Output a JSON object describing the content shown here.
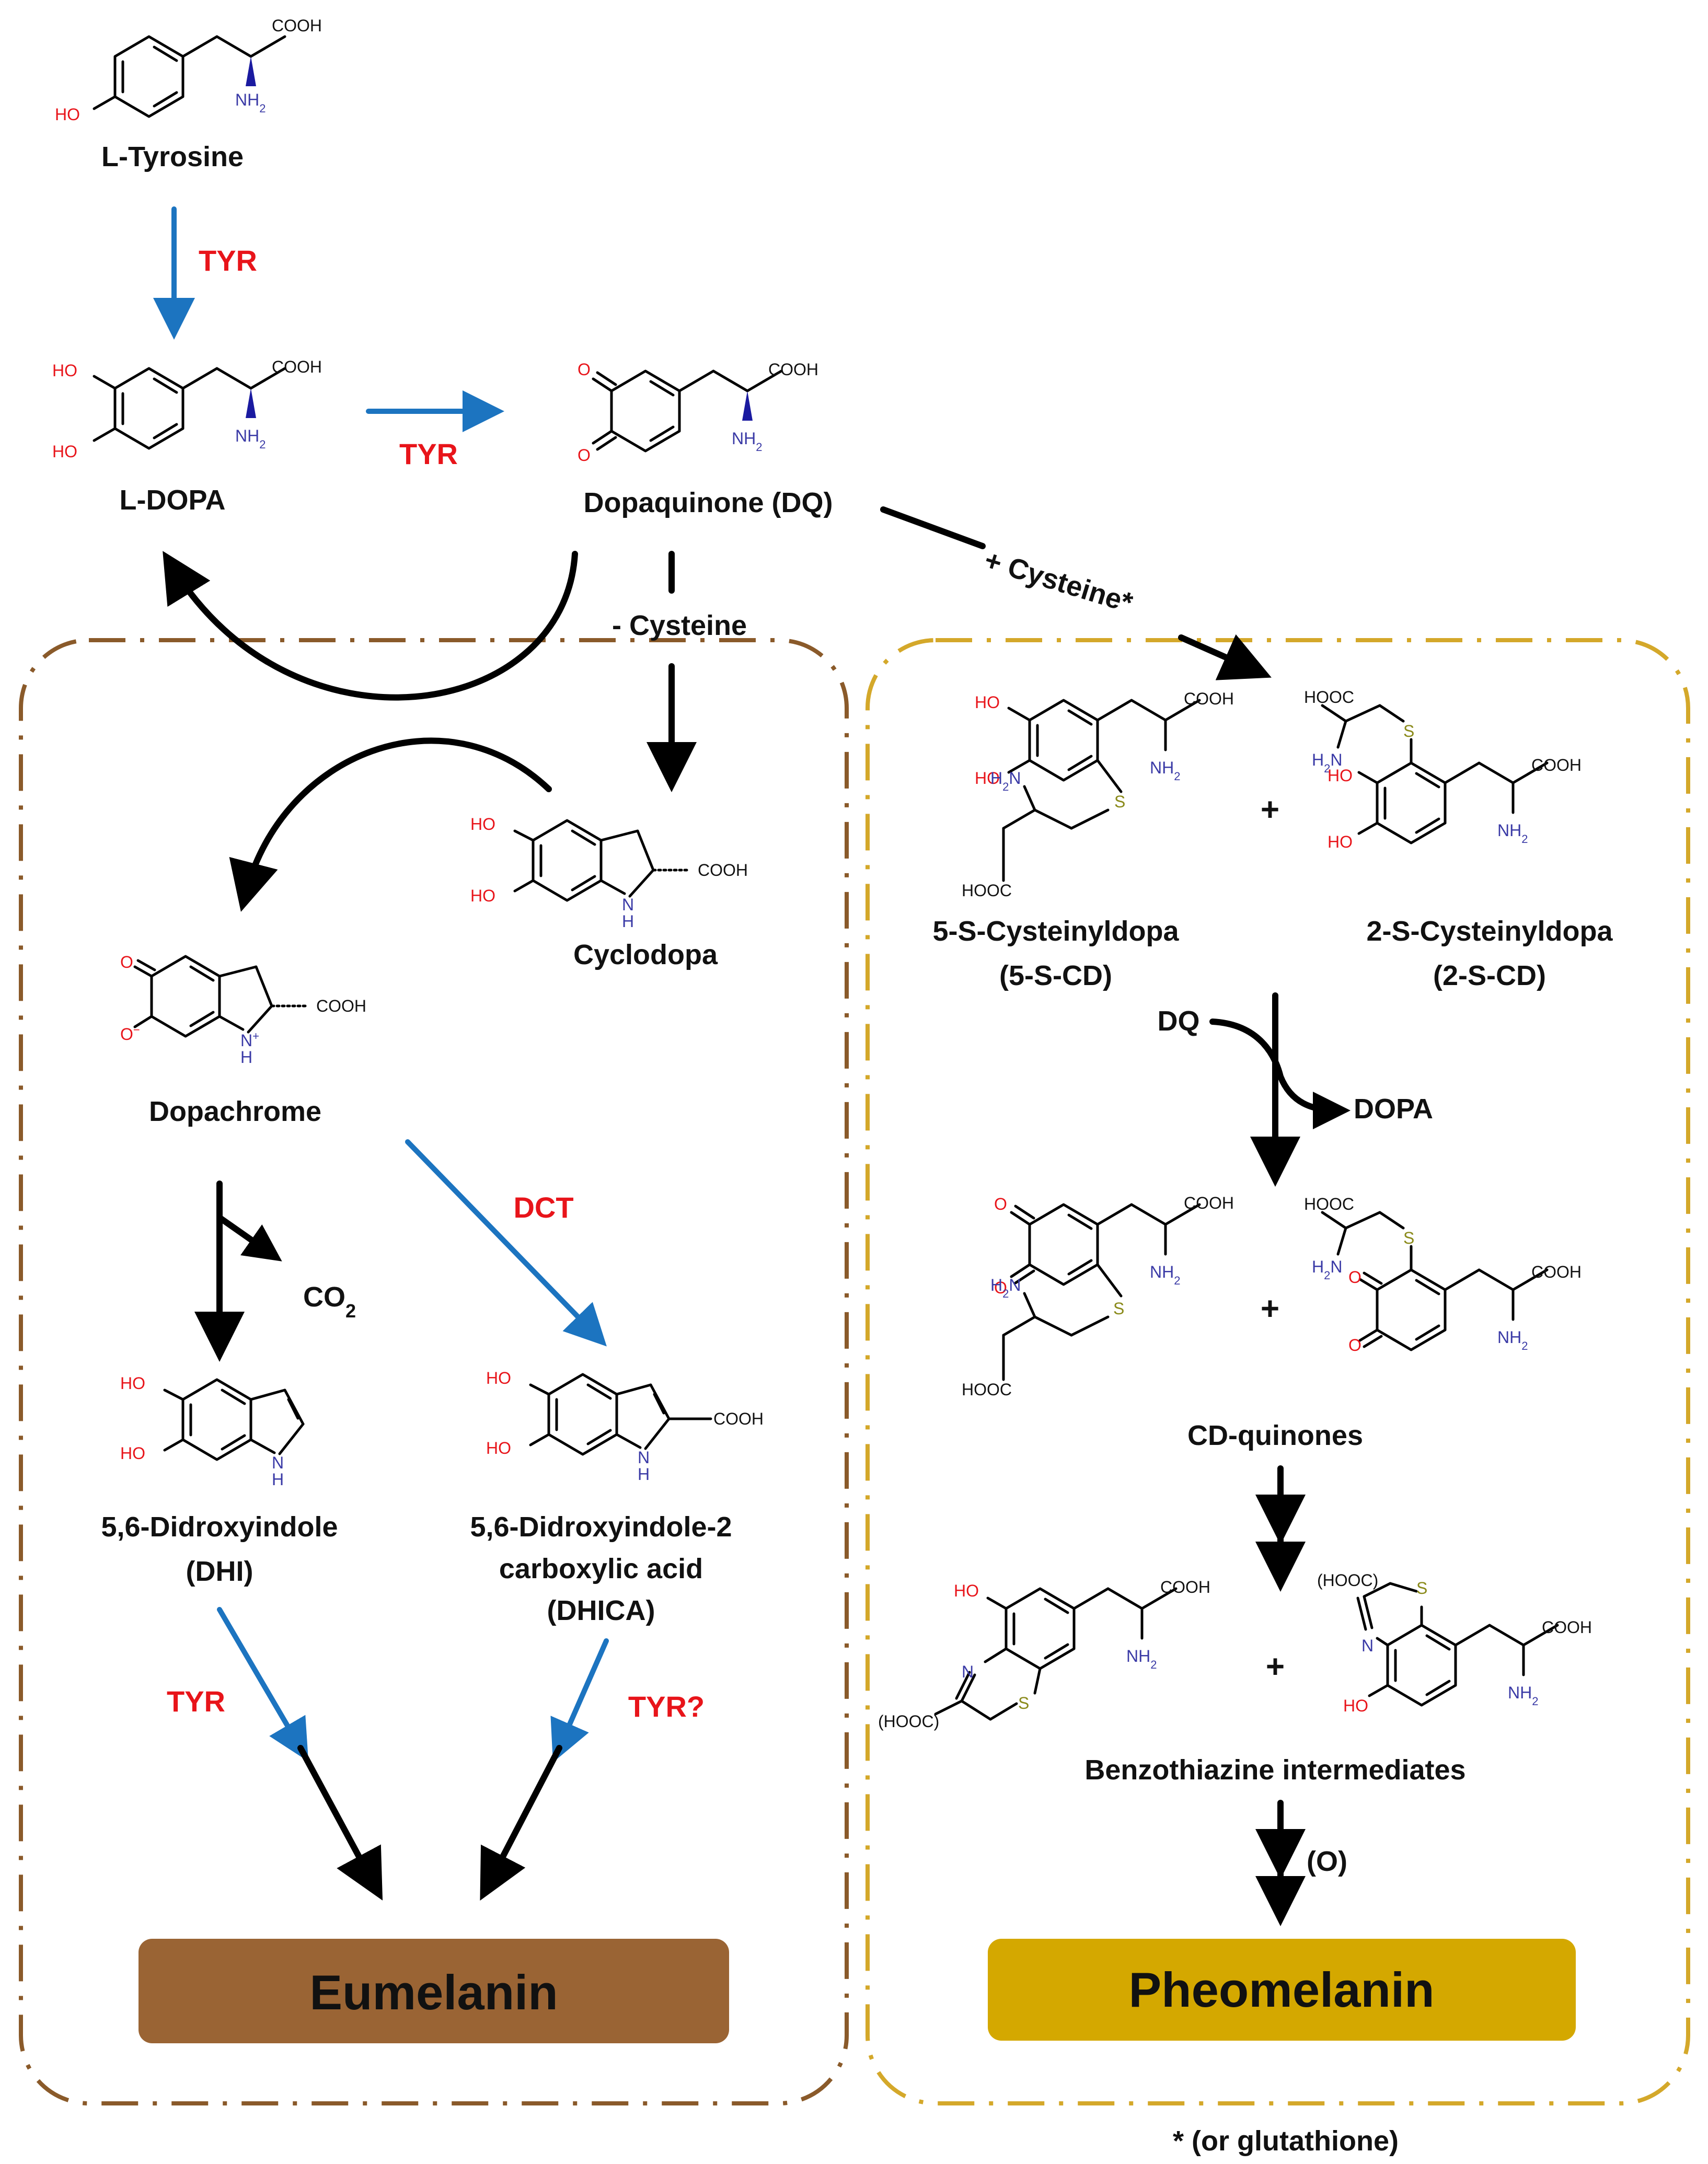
{
  "compounds": {
    "tyrosine": "L-Tyrosine",
    "dopa": "L-DOPA",
    "dq": "Dopaquinone (DQ)",
    "cyclodopa": "Cyclodopa",
    "dopachrome": "Dopachrome",
    "dhi_line1": "5,6-Didroxyindole",
    "dhi_line2": "(DHI)",
    "dhica_line1": "5,6-Didroxyindole-2",
    "dhica_line2": "carboxylic acid",
    "dhica_line3": "(DHICA)",
    "scd5_line1": "5-S-Cysteinyldopa",
    "scd5_line2": "(5-S-CD)",
    "scd2_line1": "2-S-Cysteinyldopa",
    "scd2_line2": "(2-S-CD)",
    "cd_quinones": "CD-quinones",
    "benzothiazine": "Benzothiazine intermediates"
  },
  "enzymes": {
    "tyr1": "TYR",
    "tyr2": "TYR",
    "dct": "DCT",
    "tyr3": "TYR",
    "tyr4": "TYR?"
  },
  "reactants": {
    "minus_cysteine": "- Cysteine",
    "plus_cysteine": "+ Cysteine*",
    "co2_main": "CO",
    "co2_sub": "2",
    "dq": "DQ",
    "dopa": "DOPA",
    "oxidation": "(O)"
  },
  "operators": {
    "plus1": "+",
    "plus2": "+",
    "plus3": "+"
  },
  "products": {
    "eumelanin": "Eumelanin",
    "pheomelanin": "Pheomelanin"
  },
  "footnote": "* (or glutathione)",
  "atoms": {
    "cooh": "COOH",
    "hooc": "HOOC",
    "hooc_paren": "(HOOC)",
    "ho": "HO",
    "nh2": "NH",
    "nh2_sub": "2",
    "o": "O",
    "o_minus": "O",
    "minus": "−",
    "n": "N",
    "h": "H",
    "nh": "N",
    "plus": "+",
    "s": "S",
    "h2n": "H",
    "h2n_sub": "2",
    "h2n_n": "N"
  },
  "colors": {
    "black_arrow": "#000000",
    "blue_arrow": "#1c74c0",
    "enzyme_text": "#e8141a",
    "oxygen": "#e8141a",
    "nitrogen": "#3a3aa6",
    "sulfur": "#8a8a1a",
    "eumelanin_box": "#9a6434",
    "eumelanin_border": "#8a5a2a",
    "pheomelanin_box": "#d4a800",
    "pheomelanin_border": "#d4a82a"
  }
}
